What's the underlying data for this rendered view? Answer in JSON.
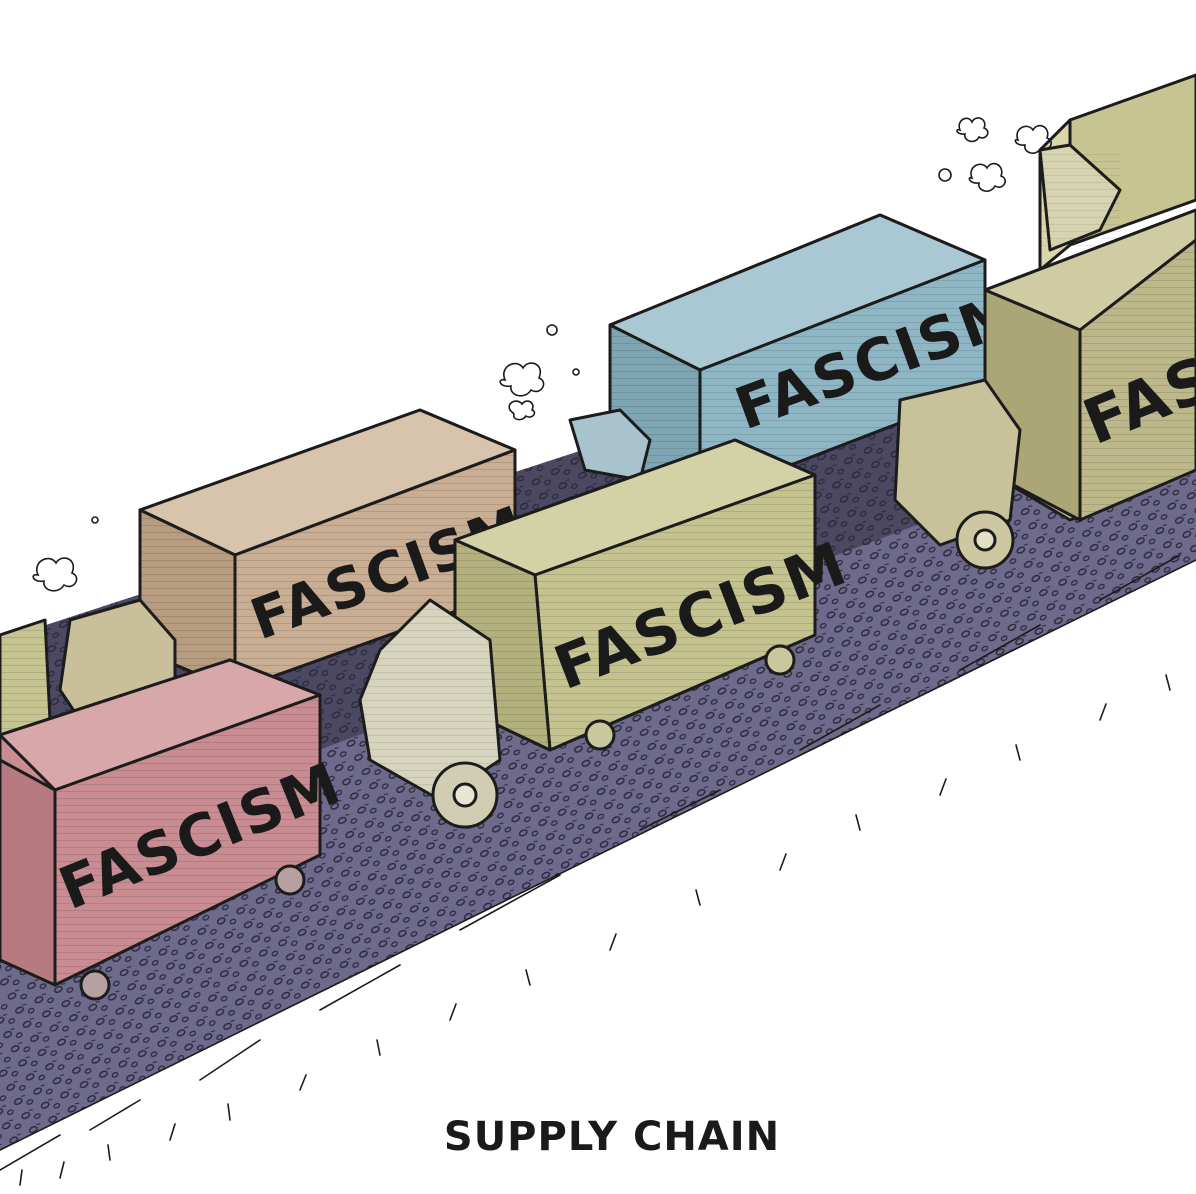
{
  "cartoon": {
    "caption": "SUPPLY CHAIN",
    "trucks": [
      {
        "label": "FASCISM",
        "color": "#c9ae93"
      },
      {
        "label": "FASCISM",
        "color": "#8fb6c4"
      },
      {
        "label": "FASCISM",
        "color": "#c4c38f"
      },
      {
        "label": "FASCISM",
        "color": "#c88c92"
      },
      {
        "label": "FAS",
        "color": "#bdb88a"
      }
    ],
    "colors": {
      "road": "#6e6a8c",
      "road_dark": "#2f2c40",
      "background": "#ffffff"
    }
  }
}
